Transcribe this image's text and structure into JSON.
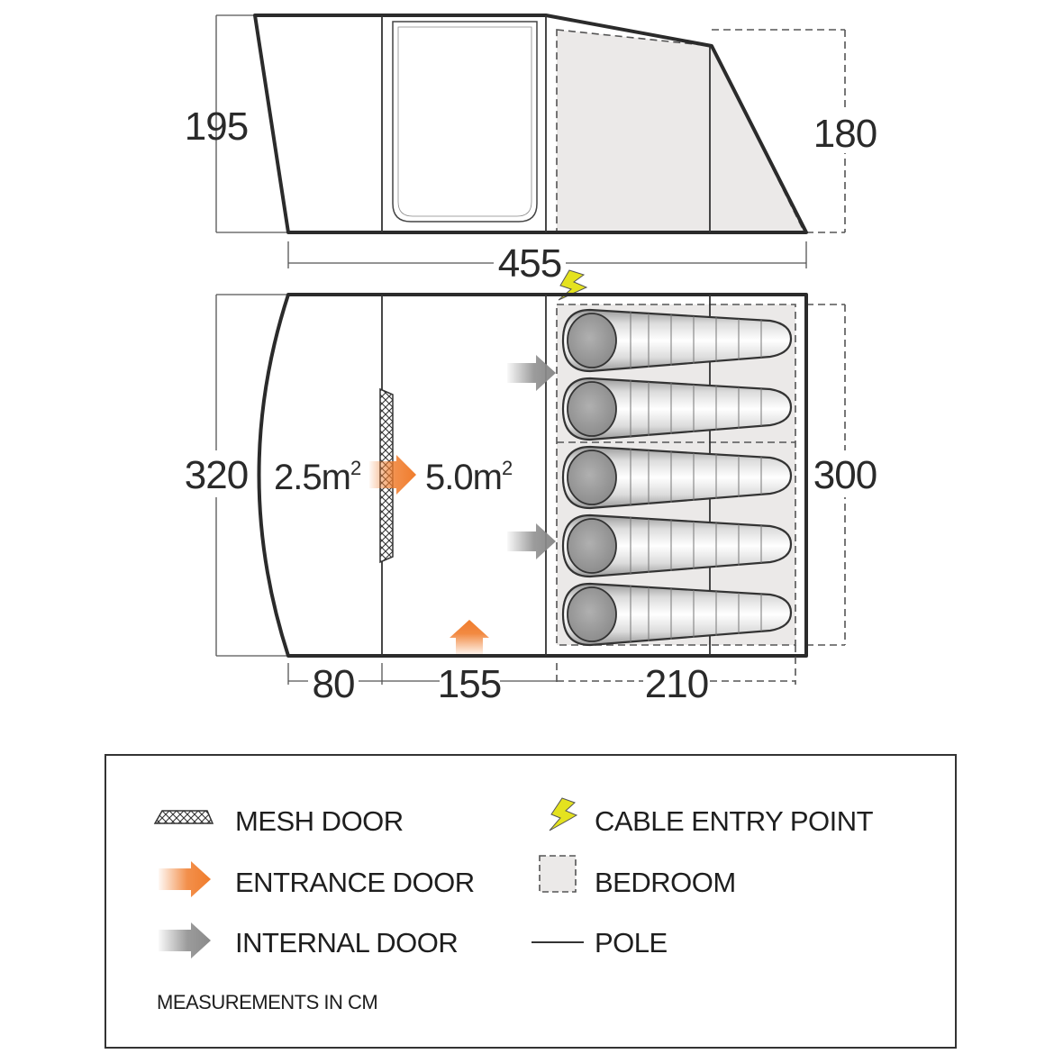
{
  "colors": {
    "wall": "#2b2b2b",
    "bedroom_fill": "#ebe9e8",
    "entrance_arrow": "#f07c2c",
    "internal_arrow": "#8a8a8a",
    "cable_icon": "#e4e21f",
    "legend_border": "#333333"
  },
  "dimensions": {
    "side_height_left": "195",
    "side_height_right": "180",
    "overall_length": "455",
    "floor_width": "320",
    "bedroom_width": "300",
    "porch_depth": "80",
    "living_depth": "155",
    "bedroom_depth": "210"
  },
  "areas": {
    "porch": {
      "value": "2.5m",
      "sup": "2"
    },
    "living": {
      "value": "5.0m",
      "sup": "2"
    }
  },
  "sleeping_bags": {
    "count": 5
  },
  "legend": {
    "mesh_door": "MESH DOOR",
    "entrance_door": "ENTRANCE DOOR",
    "internal_door": "INTERNAL DOOR",
    "cable_entry": "CABLE ENTRY POINT",
    "bedroom": "BEDROOM",
    "pole": "POLE",
    "note": "MEASUREMENTS IN CM"
  },
  "icons": {
    "mesh": "mesh-door-icon",
    "entrance": "entrance-arrow-icon",
    "internal": "internal-arrow-icon",
    "cable": "lightning-bolt-icon",
    "bedroom": "bedroom-swatch-icon",
    "pole": "pole-line-icon"
  }
}
